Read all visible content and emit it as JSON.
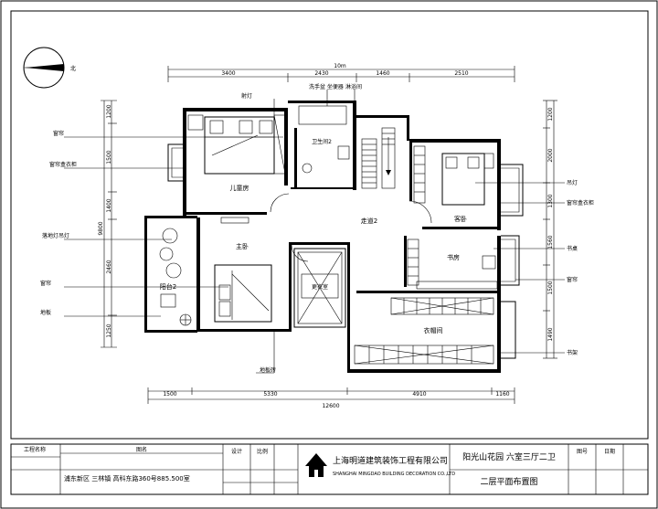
{
  "north": {
    "label": "北"
  },
  "dimensions": {
    "top_total": "10m",
    "top_segments": [
      "3400",
      "2430",
      "1460",
      "2510"
    ],
    "bottom_total": "12600",
    "bottom_segments": [
      "1500",
      "5330",
      "4910",
      "1160"
    ],
    "left_total": "9800",
    "left_segments": [
      "1200",
      "1500",
      "1400",
      "2460",
      "1250"
    ],
    "right_segments": [
      "1200",
      "2000",
      "1300",
      "1560",
      "1500",
      "1490"
    ]
  },
  "rooms": {
    "children_room": "儿童房",
    "master_bedroom": "主卧",
    "guest_room": "客卧",
    "study": "书房",
    "corridor": "走道2",
    "bathroom": "卫生间2",
    "closet": "衣帽间",
    "walk_in": "更衣室",
    "balcony": "阳台2"
  },
  "annotations": {
    "left": [
      "窗帘",
      "窗帘盒衣柜",
      "落地灯吊灯",
      "窗帘",
      "地板"
    ],
    "right": [
      "吊灯",
      "窗帘盒衣柜",
      "书桌",
      "窗帘",
      "书架"
    ],
    "top": [
      "射灯",
      "洗手盆 坐便器",
      "淋浴间"
    ],
    "bottom": "地板砖"
  },
  "title_block": {
    "company_name": "上海明道建筑装饰工程有限公司",
    "company_name_en": "SHANGHAI MINGDAO BUILDING DECORATION CO.,LTD",
    "address": "浦东新区 三林镇 高科东路360号885.500室",
    "project": "阳光山花园 六室三厅二卫",
    "drawing_title": "二层平面布置图",
    "small_headers": [
      "工程名称",
      "图名",
      "设计",
      "比例",
      "图号",
      "日期"
    ]
  }
}
